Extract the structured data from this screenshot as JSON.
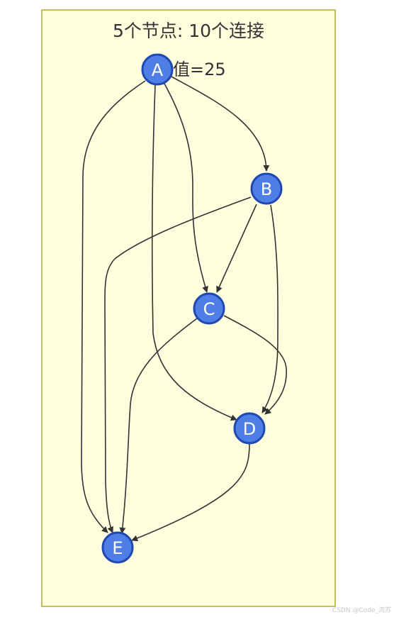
{
  "diagram": {
    "title": "5个节点: 10个连接",
    "annotation": "值=25",
    "colors": {
      "background": "#ffffde",
      "border": "#aaaa33",
      "node_fill": "#4f7fe6",
      "node_stroke": "#1f49b0",
      "edge": "#333333"
    },
    "nodes": [
      {
        "id": "A",
        "label": "A"
      },
      {
        "id": "B",
        "label": "B"
      },
      {
        "id": "C",
        "label": "C"
      },
      {
        "id": "D",
        "label": "D"
      },
      {
        "id": "E",
        "label": "E"
      }
    ],
    "edges": [
      {
        "from": "A",
        "to": "B"
      },
      {
        "from": "A",
        "to": "C"
      },
      {
        "from": "A",
        "to": "D"
      },
      {
        "from": "A",
        "to": "E"
      },
      {
        "from": "B",
        "to": "C"
      },
      {
        "from": "B",
        "to": "D"
      },
      {
        "from": "B",
        "to": "E"
      },
      {
        "from": "C",
        "to": "D"
      },
      {
        "from": "C",
        "to": "E"
      },
      {
        "from": "D",
        "to": "E"
      }
    ]
  },
  "watermark": "CSDN @Code_流苏"
}
